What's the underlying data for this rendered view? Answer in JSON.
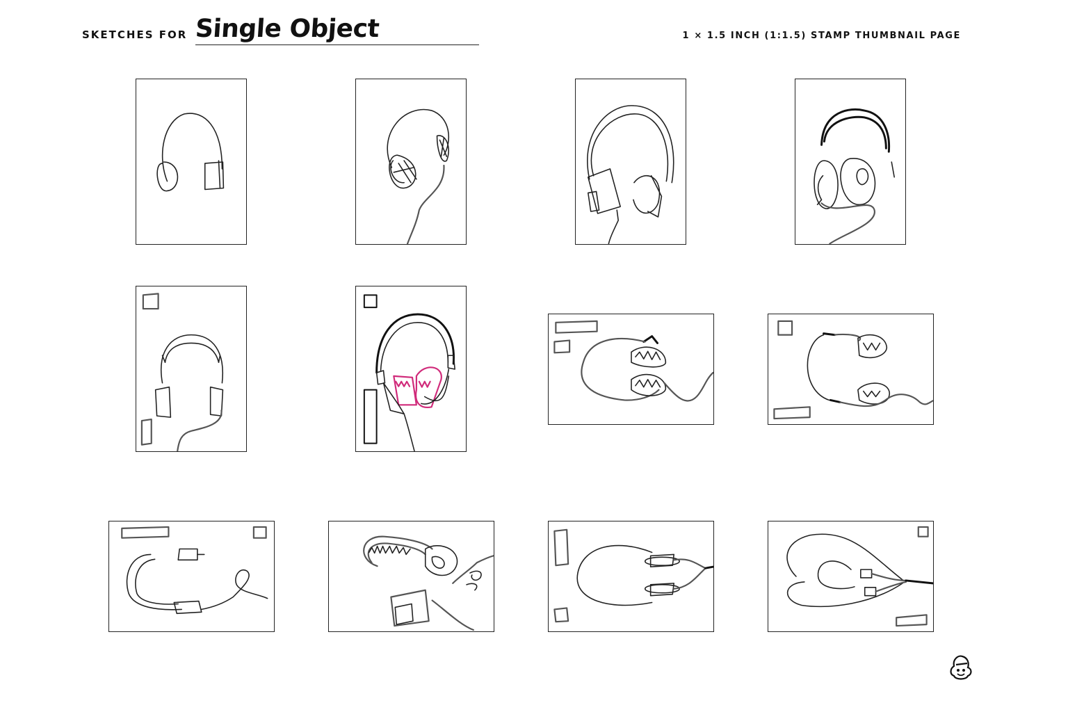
{
  "header": {
    "prefix": "SKETCHES FOR",
    "title": "Single Object",
    "page_type": "1 × 1.5 INCH (1:1.5) STAMP THUMBNAIL PAGE"
  },
  "colors": {
    "ink": "#111111",
    "pencil": "#555555",
    "accent_pink": "#d02a7a"
  },
  "thumbnails": [
    {
      "orientation": "portrait",
      "icon": "headphones-sketch-icon"
    },
    {
      "orientation": "portrait",
      "icon": "headphones-sketch-icon"
    },
    {
      "orientation": "portrait",
      "icon": "headphones-sketch-icon"
    },
    {
      "orientation": "portrait",
      "icon": "headphones-sketch-icon"
    },
    {
      "orientation": "portrait",
      "icon": "headphones-sketch-icon"
    },
    {
      "orientation": "portrait",
      "icon": "headphones-sketch-icon"
    },
    {
      "orientation": "landscape",
      "icon": "headphones-sketch-icon"
    },
    {
      "orientation": "landscape",
      "icon": "headphones-sketch-icon"
    },
    {
      "orientation": "landscape",
      "icon": "headphones-sketch-icon"
    },
    {
      "orientation": "landscape",
      "icon": "headphones-sketch-icon"
    },
    {
      "orientation": "landscape",
      "icon": "headphones-sketch-icon"
    },
    {
      "orientation": "landscape",
      "icon": "headphones-sketch-icon"
    }
  ],
  "footer": {
    "logo_icon": "mascot-logo-icon"
  }
}
